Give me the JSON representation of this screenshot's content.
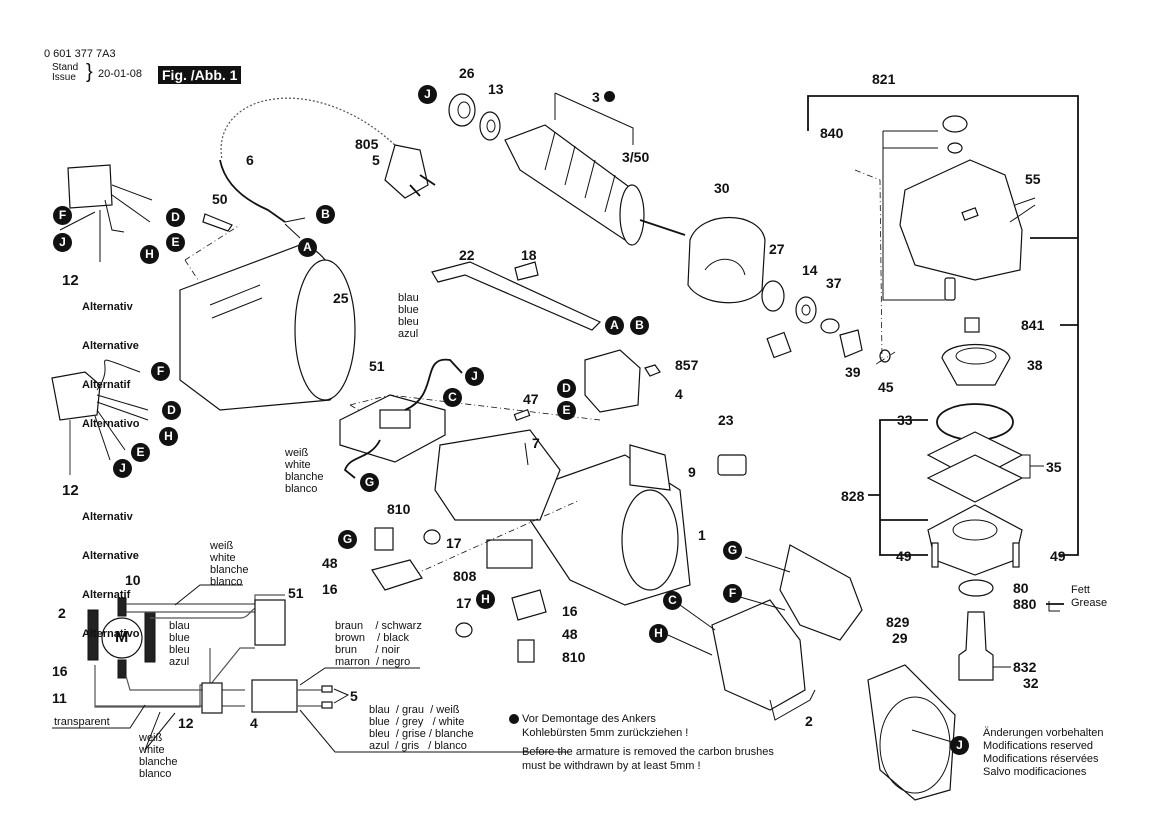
{
  "header": {
    "part_number": "0 601 377 7A3",
    "stand_label": "Stand",
    "issue_label": "Issue",
    "date": "20-01-08",
    "figure_label": "Fig. /Abb. 1"
  },
  "part_labels": {
    "p26": "26",
    "p13": "13",
    "p3": "3",
    "p3_50": "3/50",
    "p805": "805",
    "p5": "5",
    "p6": "6",
    "p50": "50",
    "p12a": "12",
    "p12b": "12",
    "p25": "25",
    "p51": "51",
    "p22": "22",
    "p18": "18",
    "p857": "857",
    "p4": "4",
    "p47": "47",
    "p7": "7",
    "p30": "30",
    "p27": "27",
    "p14": "14",
    "p37": "37",
    "p39": "39",
    "p45": "45",
    "p821": "821",
    "p840": "840",
    "p55": "55",
    "p841": "841",
    "p38": "38",
    "p33": "33",
    "p35": "35",
    "p828": "828",
    "p49a": "49",
    "p49b": "49",
    "p80": "80",
    "p880": "880",
    "p832": "832",
    "p32": "32",
    "p829": "829",
    "p29": "29",
    "p23": "23",
    "p9": "9",
    "p1": "1",
    "p2": "2",
    "p810a": "810",
    "p17a": "17",
    "p48a": "48",
    "p16a": "16",
    "p808": "808",
    "p17b": "17",
    "p16b": "16",
    "p48b": "48",
    "p810b": "810",
    "w10": "10",
    "w2": "2",
    "w16": "16",
    "w11": "11",
    "w51": "51",
    "w12": "12",
    "w4": "4",
    "w5": "5",
    "motor": "M"
  },
  "connectors": {
    "j1": "J",
    "a1": "A",
    "b1": "B",
    "f1": "F",
    "j2": "J",
    "d1": "D",
    "e1": "E",
    "h1": "H",
    "f2": "F",
    "d2": "D",
    "h2": "H",
    "e2": "E",
    "j3": "J",
    "j4": "J",
    "c1": "C",
    "g1": "G",
    "a2": "A",
    "b2": "B",
    "d3": "D",
    "e3": "E",
    "g2": "G",
    "h3": "H",
    "g3": "G",
    "f3": "F",
    "c2": "C",
    "h4": "H",
    "j5": "J"
  },
  "alternative_labels": [
    "Alternativ",
    "Alternative",
    "Alternatif",
    "Alternativo"
  ],
  "color_labels": {
    "blue_51": "blau\nblue\nbleu\nazul",
    "white_51": "weiß\nwhite\nblanche\nblanco",
    "white_top": "weiß\nwhite\nblanche\nblanco",
    "blue_wiring": "blau\nblue\nbleu\nazul",
    "transparent": "transparent",
    "white_bottom": "weiß\nwhite\nblanche\nblanco",
    "brown_black": "braun    / schwarz\nbrown    / black\nbrun      / noir\nmarron  / negro",
    "blue_grey_white": "blau  / grau  / weiß\nblue  / grey   / white\nbleu  / grise / blanche\nazul  / gris   / blanco"
  },
  "grease": {
    "fett": "Fett",
    "grease": "Grease"
  },
  "notes": {
    "de_line1": "Vor Demontage des Ankers",
    "de_line2": "Kohlebürsten 5mm zurückziehen !",
    "en_line1": "Before the armature is removed the carbon brushes",
    "en_line2": "must be withdrawn by at least 5mm !"
  },
  "disclaimer": [
    "Änderungen vorbehalten",
    "Modifications reserved",
    "Modifications réservées",
    "Salvo modificaciones"
  ]
}
